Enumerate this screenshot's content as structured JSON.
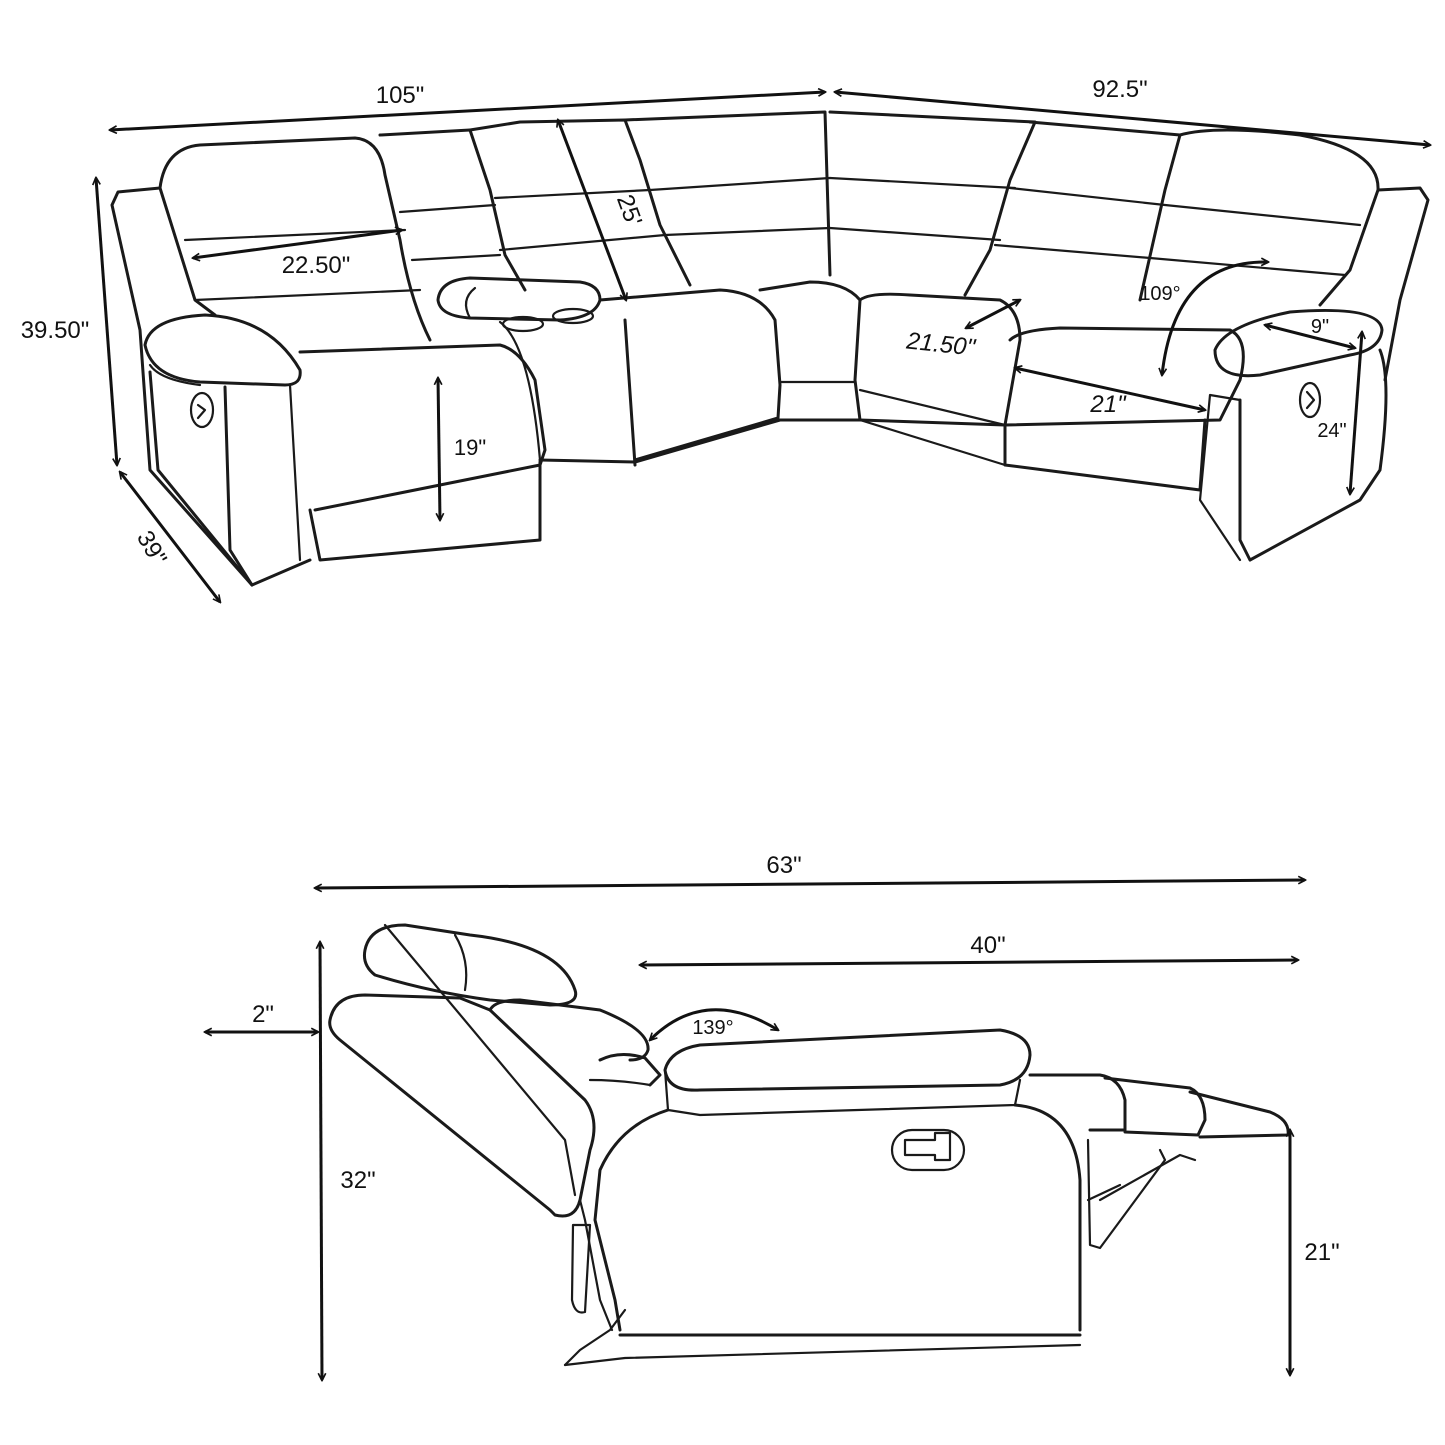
{
  "colors": {
    "line": "#1a1a1a",
    "background": "#ffffff"
  },
  "sectional": {
    "left_width": "105\"",
    "right_width": "92.5\"",
    "height": "39.50\"",
    "depth": "39\"",
    "back_height": "25'",
    "seat_width_left": "22.50\"",
    "seat_width_corner": "21.50\"",
    "seat_width_right": "21\"",
    "seat_height": "19\"",
    "arm_width": "9\"",
    "arm_height": "24\"",
    "recline_angle": "109°"
  },
  "recliner": {
    "overall_length": "63\"",
    "seat_to_foot": "40\"",
    "wall_clearance": "2\"",
    "height": "32\"",
    "footrest_height": "21\"",
    "recline_angle": "139°"
  }
}
